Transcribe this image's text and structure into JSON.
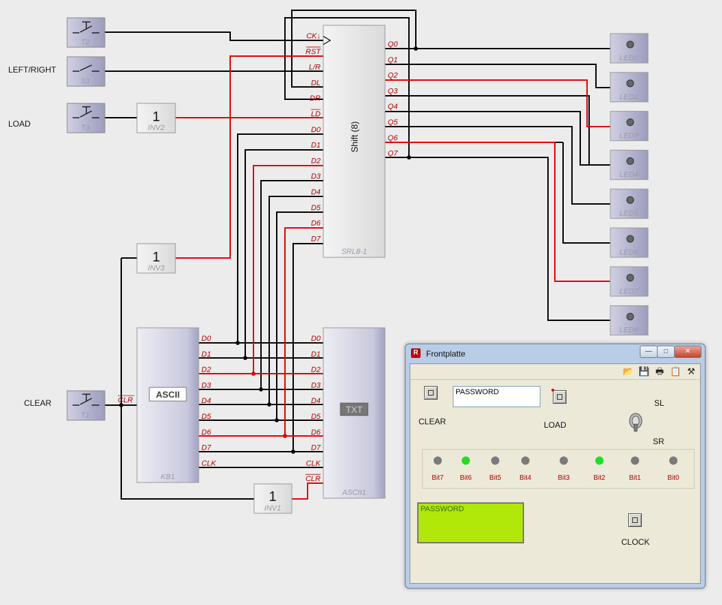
{
  "switches": [
    {
      "name": "T2",
      "label": ""
    },
    {
      "name": "S1",
      "label": "LEFT/RIGHT"
    },
    {
      "name": "T3",
      "label": "LOAD"
    },
    {
      "name": "T1",
      "label": "CLEAR"
    }
  ],
  "inverters": [
    {
      "symbol": "1",
      "name": "INV2"
    },
    {
      "symbol": "1",
      "name": "INV3"
    },
    {
      "symbol": "1",
      "name": "INV1"
    }
  ],
  "shift_register": {
    "name": "SRL8-1",
    "symbol": "Shift (8)",
    "inputs": [
      "CK↓",
      "RST",
      "L/R",
      "DL",
      "DR",
      "LD",
      "D0",
      "D1",
      "D2",
      "D3",
      "D4",
      "D5",
      "D6",
      "D7"
    ],
    "outputs": [
      "Q0",
      "Q1",
      "Q2",
      "Q3",
      "Q4",
      "Q5",
      "Q6",
      "Q7"
    ]
  },
  "keyboard": {
    "name": "KB1",
    "symbol": "ASCII",
    "clr_pin": "CLR",
    "outputs": [
      "D0",
      "D1",
      "D2",
      "D3",
      "D4",
      "D5",
      "D6",
      "D7",
      "CLK"
    ]
  },
  "ascii_display": {
    "name": "ASCII1",
    "symbol": "TXT",
    "inputs": [
      "D0",
      "D1",
      "D2",
      "D3",
      "D4",
      "D5",
      "D6",
      "D7",
      "CLK",
      "CLR"
    ]
  },
  "leds": [
    "LED1",
    "LED2",
    "LED3",
    "LED4",
    "LED5",
    "LED6",
    "LED7",
    "LED8"
  ],
  "front_panel": {
    "title": "Frontplatte",
    "window_buttons": {
      "minimize": "—",
      "maximize": "□",
      "close": "✕"
    },
    "toolbar_icons": [
      "open-folder-icon",
      "save-icon",
      "print-icon",
      "clipboard-icon",
      "tools-icon"
    ],
    "clear_label": "CLEAR",
    "load_label": "LOAD",
    "password_value": "PASSWORD",
    "toggle_top_label": "SL",
    "toggle_bottom_label": "SR",
    "bits": [
      {
        "label": "Bit7",
        "on": false
      },
      {
        "label": "Bit6",
        "on": true
      },
      {
        "label": "Bit5",
        "on": false
      },
      {
        "label": "Bit4",
        "on": false
      },
      {
        "label": "Bit3",
        "on": false
      },
      {
        "label": "Bit2",
        "on": true
      },
      {
        "label": "Bit1",
        "on": false
      },
      {
        "label": "Bit0",
        "on": false
      }
    ],
    "lcd_text": "PASSWORD",
    "clock_label": "CLOCK"
  },
  "colors": {
    "wire_black": "#000000",
    "wire_red": "#e00000",
    "pin_text": "#b00000",
    "led_on": "#22dd22",
    "lcd": "#b2e70a"
  }
}
